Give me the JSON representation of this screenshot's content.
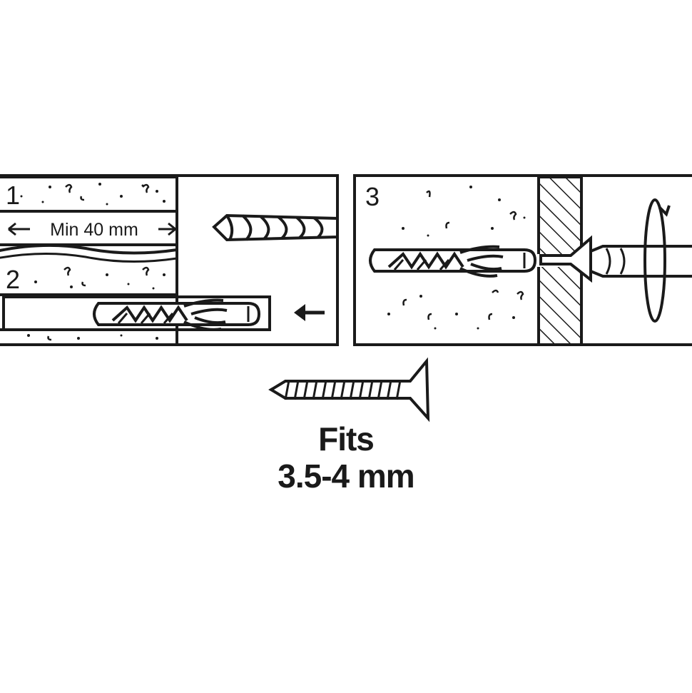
{
  "steps": {
    "step1": "1",
    "step2": "2",
    "step3": "3"
  },
  "dimension_label": "Min 40 mm",
  "screw_fit": {
    "line1": "Fits",
    "line2": "3.5-4 mm"
  },
  "icons": [
    "drill-bit-icon",
    "wall-plug-icon",
    "push-arrow-icon",
    "screwdriver-icon",
    "rotation-arrow-icon",
    "screw-icon"
  ],
  "colors": {
    "ink": "#1a1a1a",
    "background": "#ffffff"
  }
}
